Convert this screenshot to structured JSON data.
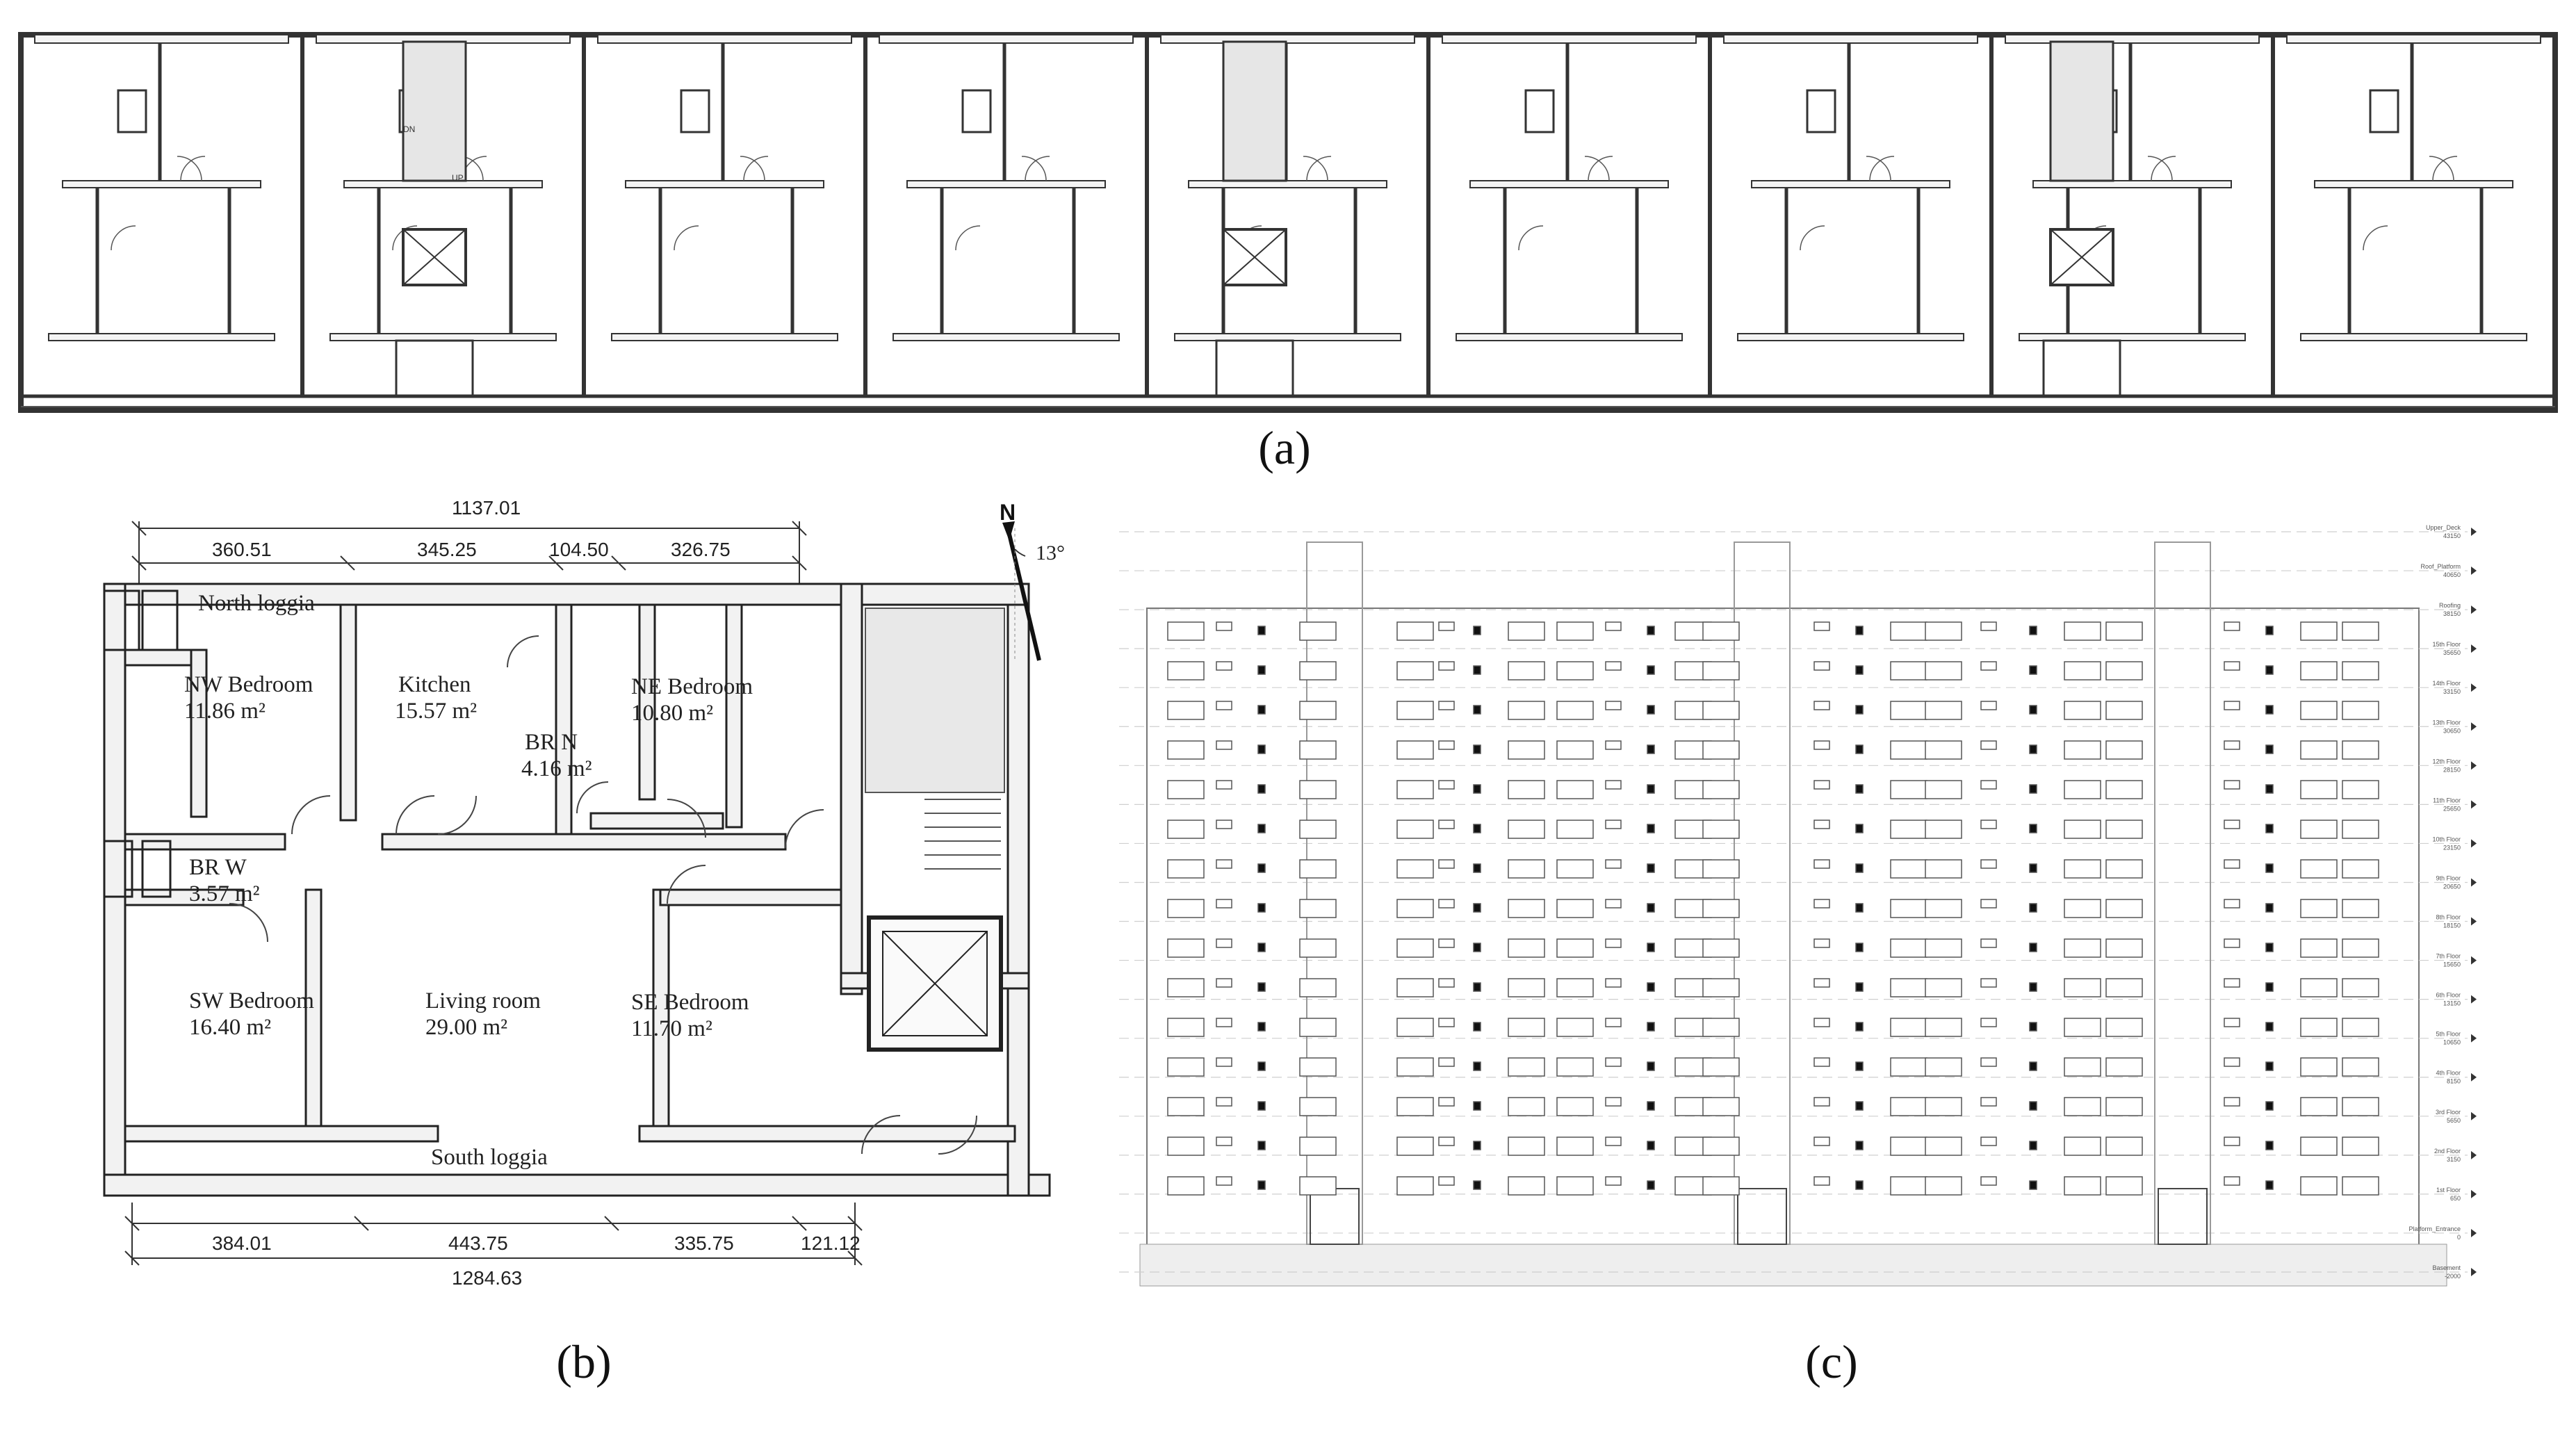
{
  "captions": {
    "a": "(a)",
    "b": "(b)",
    "c": "(c)"
  },
  "panel_a": {
    "stair_up": "UP",
    "stair_down": "DN"
  },
  "panel_b": {
    "rooms": [
      {
        "name": "North loggia",
        "area": ""
      },
      {
        "name": "NW Bedroom",
        "area": "11.86 m²"
      },
      {
        "name": "Kitchen",
        "area": "15.57 m²"
      },
      {
        "name": "BR N",
        "area": "4.16 m²"
      },
      {
        "name": "NE Bedroom",
        "area": "10.80 m²"
      },
      {
        "name": "BR W",
        "area": "3.57 m²"
      },
      {
        "name": "SW Bedroom",
        "area": "16.40 m²"
      },
      {
        "name": "Living room",
        "area": "29.00 m²"
      },
      {
        "name": "SE Bedroom",
        "area": "11.70 m²"
      },
      {
        "name": "South loggia",
        "area": ""
      }
    ],
    "dims_top_total": "1137.01",
    "dims_top": [
      "360.51",
      "345.25",
      "104.50",
      "326.75"
    ],
    "dims_bottom": [
      "384.01",
      "443.75",
      "335.75",
      "121.12"
    ],
    "dims_bottom_total": "1284.63",
    "north_label": "N",
    "north_angle": "13°"
  },
  "panel_c": {
    "levels": [
      {
        "name": "Upper_Deck",
        "value": "43150"
      },
      {
        "name": "Roof_Platform",
        "value": "40650"
      },
      {
        "name": "Roofing",
        "value": "38150"
      },
      {
        "name": "15th Floor",
        "value": "35650"
      },
      {
        "name": "14th Floor",
        "value": "33150"
      },
      {
        "name": "13th Floor",
        "value": "30650"
      },
      {
        "name": "12th Floor",
        "value": "28150"
      },
      {
        "name": "11th Floor",
        "value": "25650"
      },
      {
        "name": "10th Floor",
        "value": "23150"
      },
      {
        "name": "9th Floor",
        "value": "20650"
      },
      {
        "name": "8th Floor",
        "value": "18150"
      },
      {
        "name": "7th Floor",
        "value": "15650"
      },
      {
        "name": "6th Floor",
        "value": "13150"
      },
      {
        "name": "5th Floor",
        "value": "10650"
      },
      {
        "name": "4th Floor",
        "value": "8150"
      },
      {
        "name": "3rd Floor",
        "value": "5650"
      },
      {
        "name": "2nd Floor",
        "value": "3150"
      },
      {
        "name": "1st Floor",
        "value": "650"
      },
      {
        "name": "Platform_Entrance",
        "value": "0"
      },
      {
        "name": "Basement",
        "value": "-2000"
      }
    ]
  }
}
